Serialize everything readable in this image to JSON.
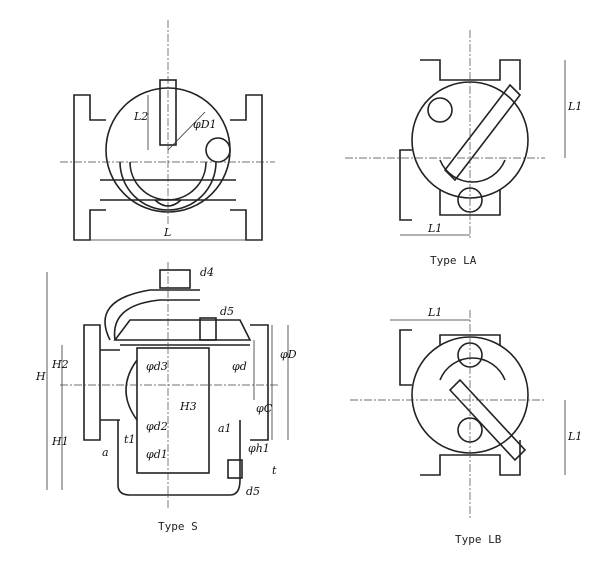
{
  "captions": {
    "type_la": "Type LA",
    "type_s": "Type S",
    "type_lb": "Type LB"
  },
  "top_view": {
    "L": "L",
    "L2": "L2",
    "phiD1": "φD1"
  },
  "la_view": {
    "L1_horizontal": "L1",
    "L1_vertical": "L1"
  },
  "lb_view": {
    "L1_horizontal": "L1",
    "L1_vertical": "L1"
  },
  "s_view": {
    "H": "H",
    "H1": "H1",
    "H2": "H2",
    "H3": "H3",
    "d4": "d4",
    "d5_top": "d5",
    "d5_bottom": "d5",
    "phid3": "φd3",
    "phid2": "φd2",
    "phid1": "φd1",
    "phid": "φd",
    "phiC": "φC",
    "phiD": "φD",
    "t1": "t1",
    "t": "t",
    "a": "a",
    "a1": "a1",
    "phih1": "φh1"
  }
}
